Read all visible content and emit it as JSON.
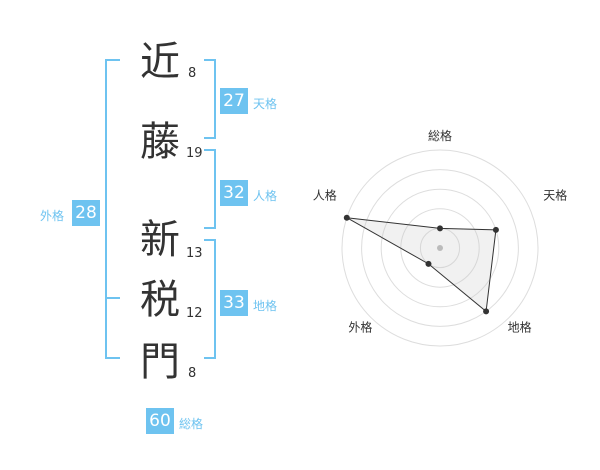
{
  "name": {
    "chars": [
      {
        "char": "近",
        "strokes": "8"
      },
      {
        "char": "藤",
        "strokes": "19"
      },
      {
        "char": "新",
        "strokes": "13"
      },
      {
        "char": "税",
        "strokes": "12"
      },
      {
        "char": "門",
        "strokes": "8"
      }
    ]
  },
  "kaku": {
    "tenkaku": {
      "value": "27",
      "label": "天格"
    },
    "jinkaku": {
      "value": "32",
      "label": "人格"
    },
    "chikaku": {
      "value": "33",
      "label": "地格"
    },
    "gaikaku": {
      "value": "28",
      "label": "外格"
    },
    "soukaku": {
      "value": "60",
      "label": "総格"
    }
  },
  "colors": {
    "accent": "#6ec3f0",
    "text": "#333333",
    "grid": "#dddddd"
  },
  "chart_data": {
    "type": "radar",
    "axes": [
      "総格",
      "天格",
      "地格",
      "外格",
      "人格"
    ],
    "values": [
      1,
      3,
      4,
      1,
      5
    ],
    "max": 5,
    "grid_levels": 5
  }
}
